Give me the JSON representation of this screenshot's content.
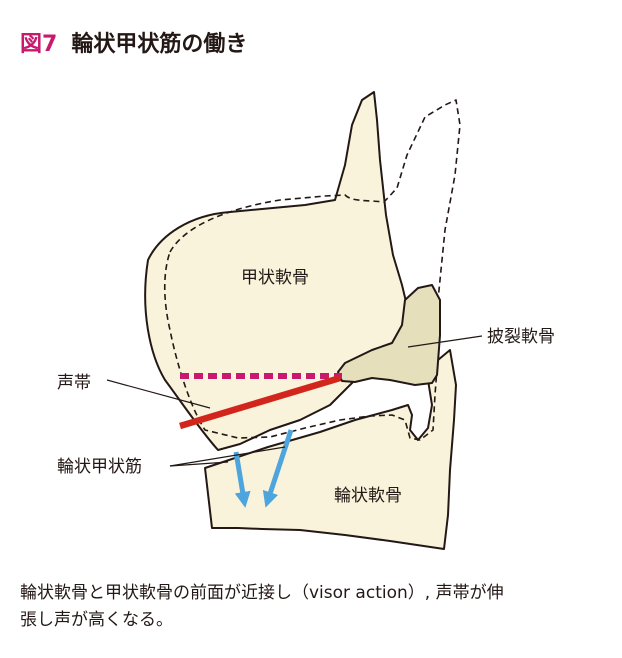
{
  "figure": {
    "number": "図7",
    "title": "輪状甲状筋の働き"
  },
  "labels": {
    "thyroid": "甲状軟骨",
    "arytenoid": "披裂軟骨",
    "vocal_fold": "声帯",
    "cricothyroid_muscle": "輪状甲状筋",
    "cricoid": "輪状軟骨"
  },
  "caption": {
    "line1": "輪状軟骨と甲状軟骨の前面が近接し（visor action）, 声帯が伸",
    "line2": "張し声が高くなる。"
  },
  "colors": {
    "figure_number": "#c8196e",
    "cartilage_fill": "#f8f3da",
    "arytenoid_fill": "#e6dfbc",
    "vocal_fold_original": "#c8196e",
    "vocal_fold_stretched": "#d2261d",
    "muscle_arrows": "#4ea4dc",
    "outline": "#231815"
  }
}
